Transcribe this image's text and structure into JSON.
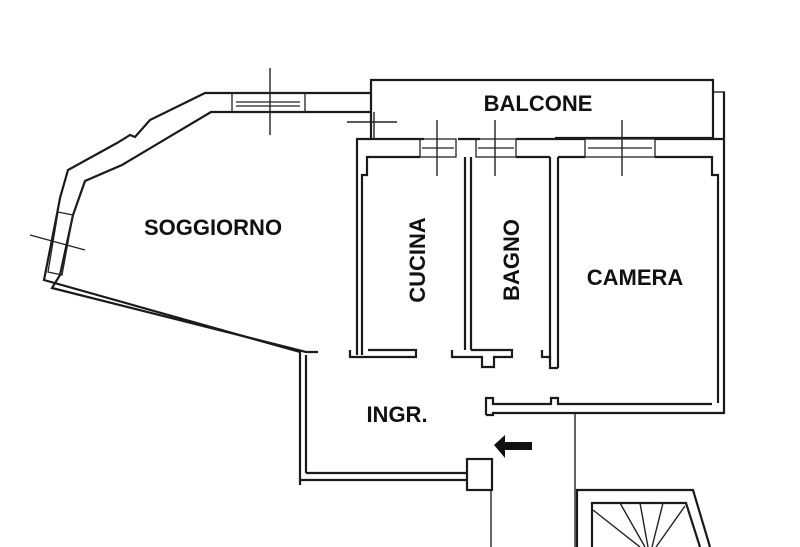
{
  "floorplan": {
    "rooms": [
      {
        "id": "soggiorno",
        "label": "SOGGIORNO"
      },
      {
        "id": "balcone",
        "label": "BALCONE"
      },
      {
        "id": "cucina",
        "label": "CUCINA"
      },
      {
        "id": "bagno",
        "label": "BAGNO"
      },
      {
        "id": "camera",
        "label": "CAMERA"
      },
      {
        "id": "ingresso",
        "label": "INGR."
      }
    ],
    "entrance_arrow": "arrow-left",
    "staircase": "spiral-staircase"
  }
}
